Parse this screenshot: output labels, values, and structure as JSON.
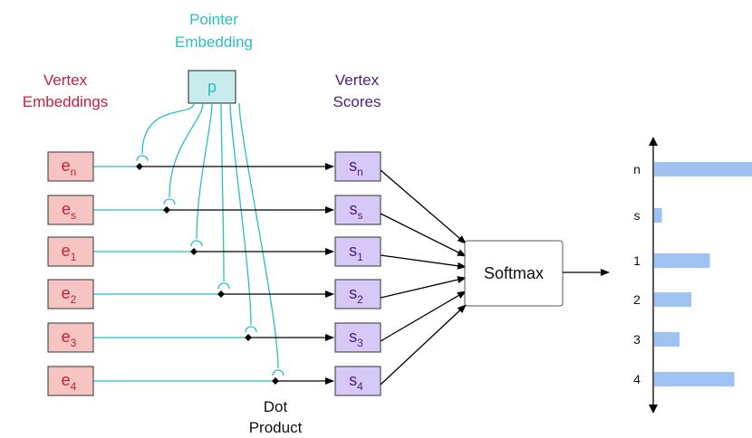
{
  "labels": {
    "pointer_line1": "Pointer",
    "pointer_line2": "Embedding",
    "vertex_emb_line1": "Vertex",
    "vertex_emb_line2": "Embeddings",
    "vertex_scores_line1": "Vertex",
    "vertex_scores_line2": "Scores",
    "dot_product_line1": "Dot",
    "dot_product_line2": "Product"
  },
  "pointer": {
    "label": "p"
  },
  "vertices": [
    {
      "base": "e",
      "sub": "n"
    },
    {
      "base": "e",
      "sub": "s"
    },
    {
      "base": "e",
      "sub": "1"
    },
    {
      "base": "e",
      "sub": "2"
    },
    {
      "base": "e",
      "sub": "3"
    },
    {
      "base": "e",
      "sub": "4"
    }
  ],
  "scores": [
    {
      "base": "s",
      "sub": "n"
    },
    {
      "base": "s",
      "sub": "s"
    },
    {
      "base": "s",
      "sub": "1"
    },
    {
      "base": "s",
      "sub": "2"
    },
    {
      "base": "s",
      "sub": "3"
    },
    {
      "base": "s",
      "sub": "4"
    }
  ],
  "softmax": {
    "label": "Softmax"
  },
  "distribution": {
    "categories": [
      "n",
      "s",
      "1",
      "2",
      "3",
      "4"
    ],
    "values": [
      1.0,
      0.08,
      0.57,
      0.38,
      0.26,
      0.82
    ]
  },
  "colors": {
    "vertex_fill": "#f7c4c4",
    "vertex_text": "#c2203d",
    "pointer_fill": "#c8ecec",
    "pointer_text": "#2bbfbf",
    "score_fill": "#d6c9f7",
    "score_text": "#4a1f7a",
    "teal_line": "#2bbfbf",
    "bar_fill": "#9ec2f2",
    "vertex_label": "#c2203d",
    "pointer_label": "#2bbfbf",
    "scores_label": "#4a1f7a"
  }
}
